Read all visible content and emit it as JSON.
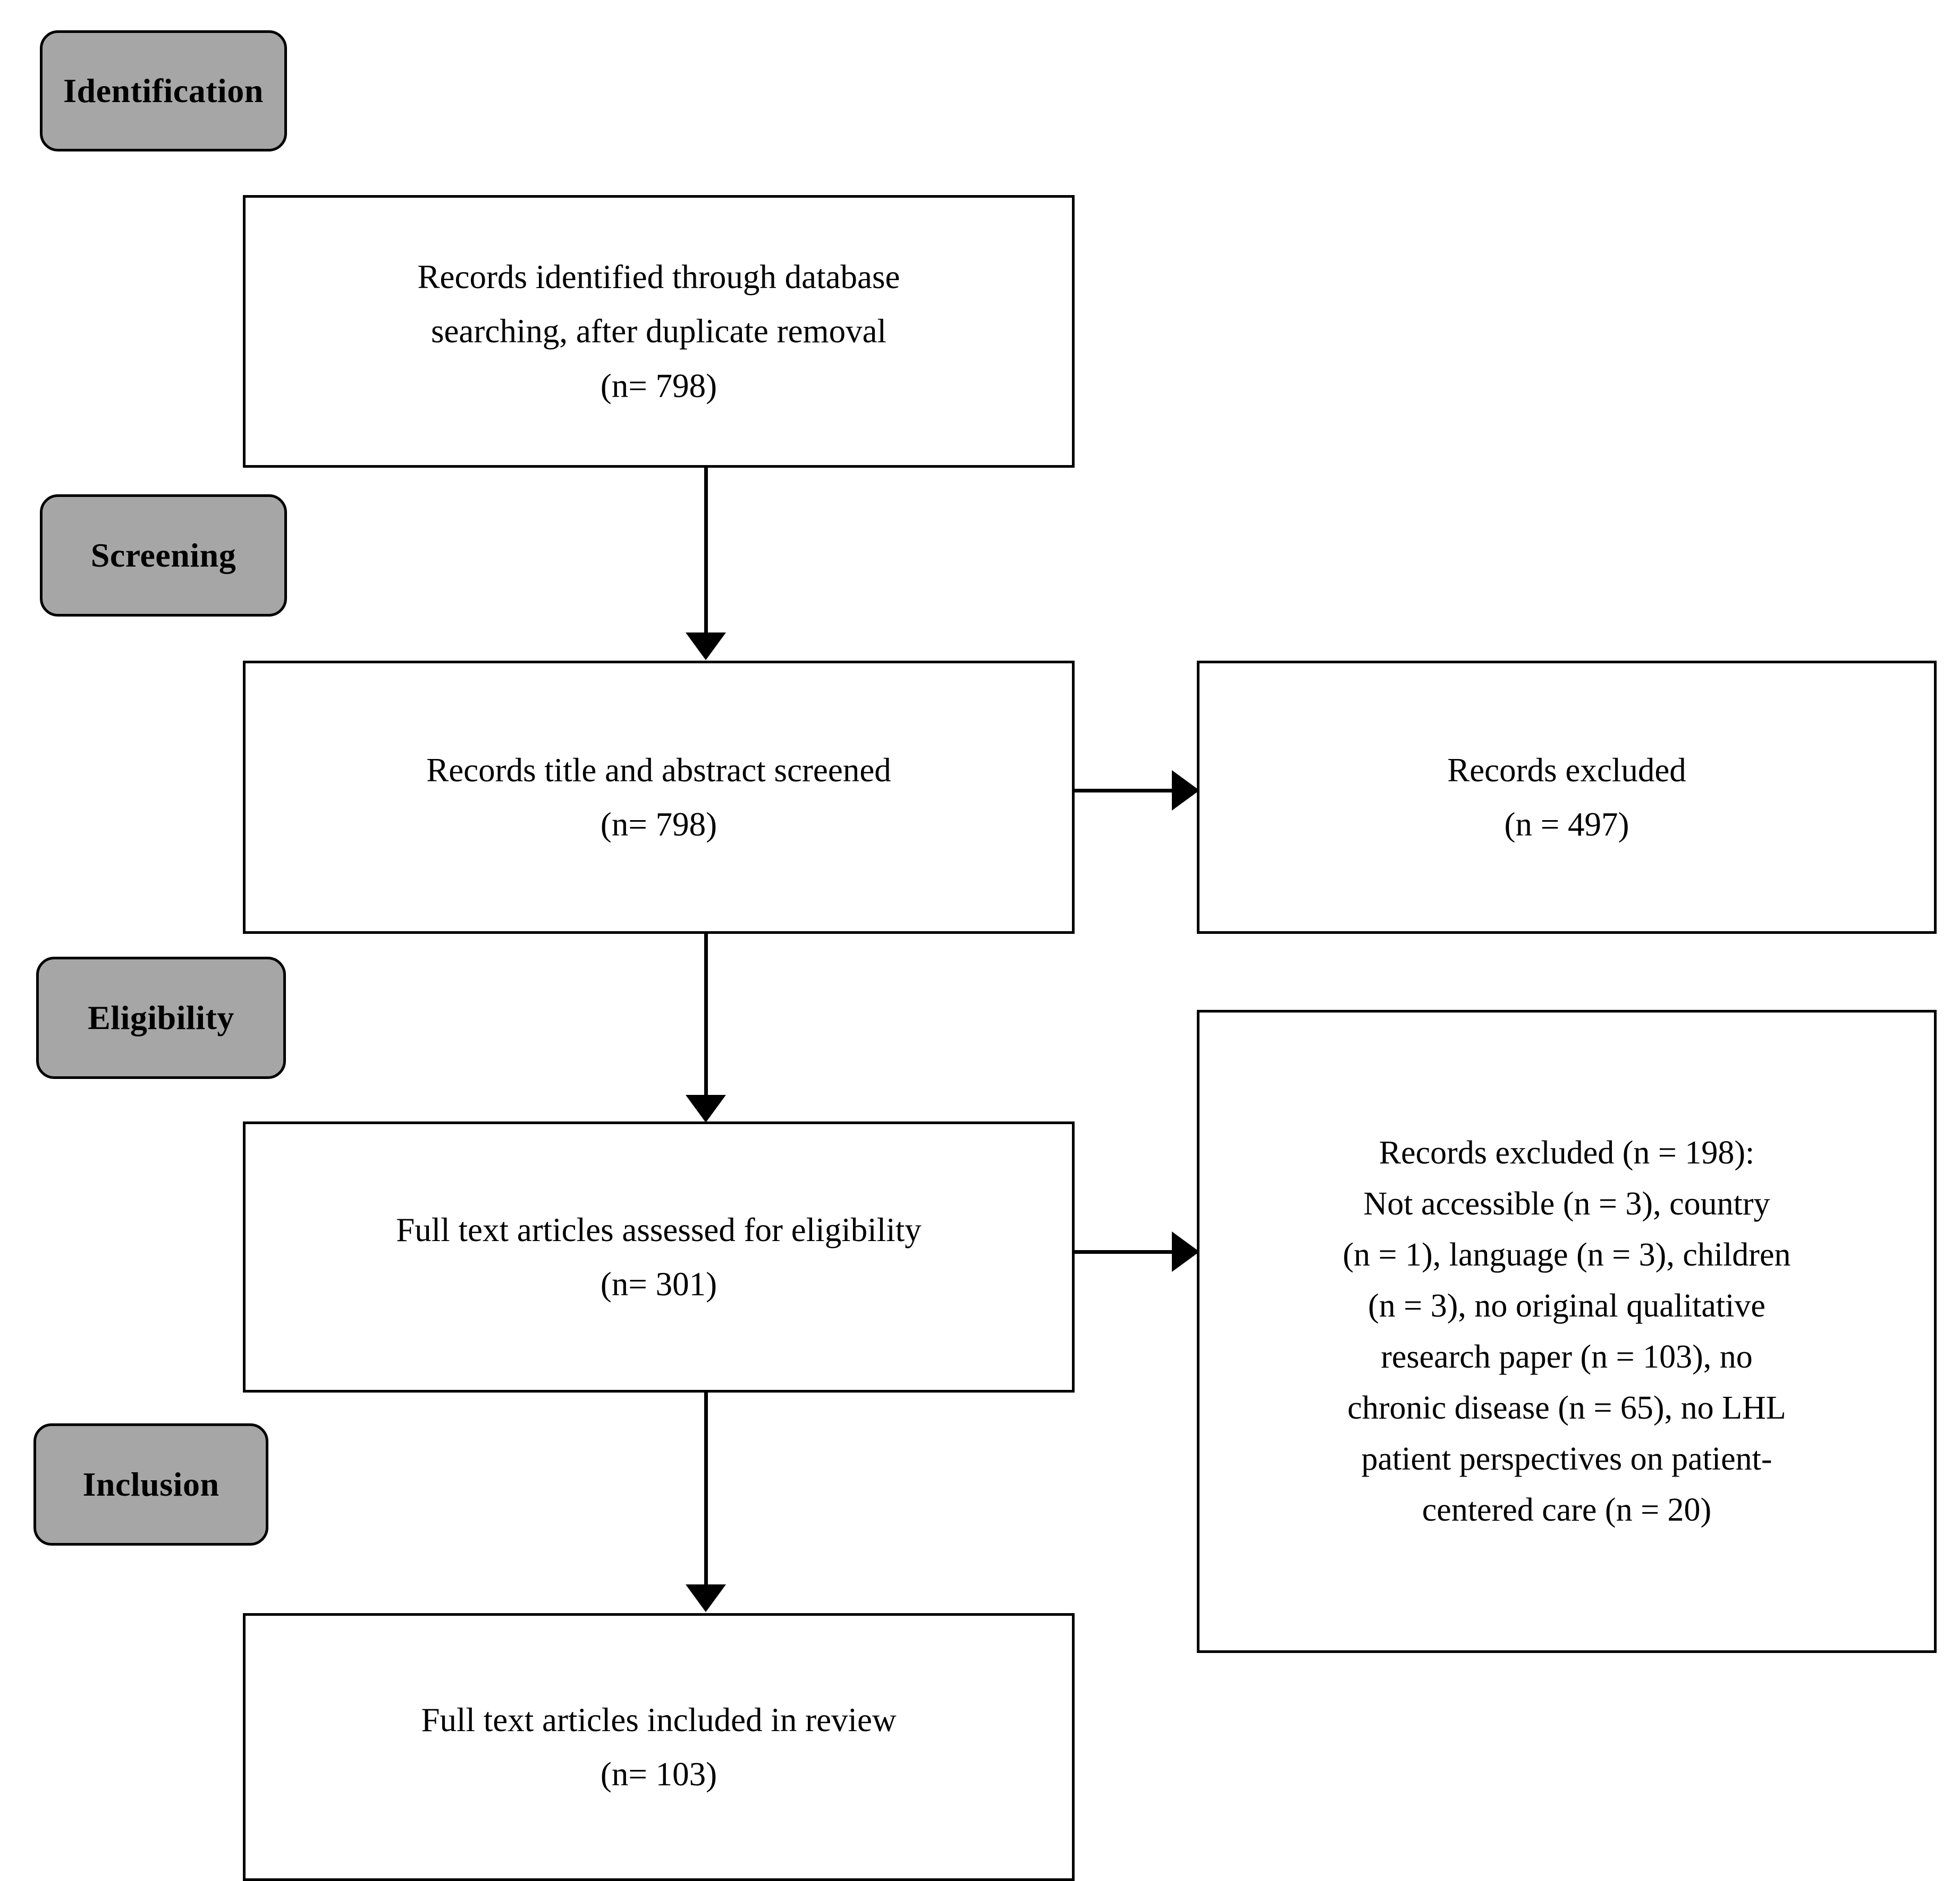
{
  "diagram": {
    "type": "PRISMA flow diagram",
    "stages": [
      {
        "id": "identification",
        "label": "Identification"
      },
      {
        "id": "screening",
        "label": "Screening"
      },
      {
        "id": "eligibility",
        "label": "Eligibility"
      },
      {
        "id": "inclusion",
        "label": "Inclusion"
      }
    ],
    "boxes": {
      "identified": {
        "line1": "Records identified through database",
        "line2": "searching, after duplicate removal",
        "line3": "(n= 798)",
        "count": 798
      },
      "screened": {
        "line1": "Records title and abstract screened",
        "line2": "(n= 798)",
        "count": 798
      },
      "excluded_screening": {
        "line1": "Records excluded",
        "line2": "(n = 497)",
        "count": 497
      },
      "fulltext_assessed": {
        "line1": "Full text articles assessed for eligibility",
        "line2": "(n= 301)",
        "count": 301
      },
      "excluded_eligibility": {
        "line1": "Records excluded (n = 198):",
        "line2": "Not accessible (n = 3), country",
        "line3": "(n = 1), language (n = 3), children",
        "line4": "(n = 3), no original qualitative",
        "line5": "research paper (n = 103), no",
        "line6": "chronic disease (n = 65), no LHL",
        "line7": "patient perspectives on patient-",
        "line8": "centered care (n = 20)",
        "total": 198,
        "reasons": [
          {
            "reason": "Not accessible",
            "n": 3
          },
          {
            "reason": "country",
            "n": 1
          },
          {
            "reason": "language",
            "n": 3
          },
          {
            "reason": "children",
            "n": 3
          },
          {
            "reason": "no original qualitative research paper",
            "n": 103
          },
          {
            "reason": "no chronic disease",
            "n": 65
          },
          {
            "reason": "no LHL patient perspectives on patient-centered care",
            "n": 20
          }
        ]
      },
      "included": {
        "line1": "Full text articles included in review",
        "line2": "(n= 103)",
        "count": 103
      }
    },
    "colors": {
      "stage_fill": "#a6a6a6",
      "border": "#000000",
      "box_fill": "#ffffff",
      "text": "#000000"
    }
  }
}
